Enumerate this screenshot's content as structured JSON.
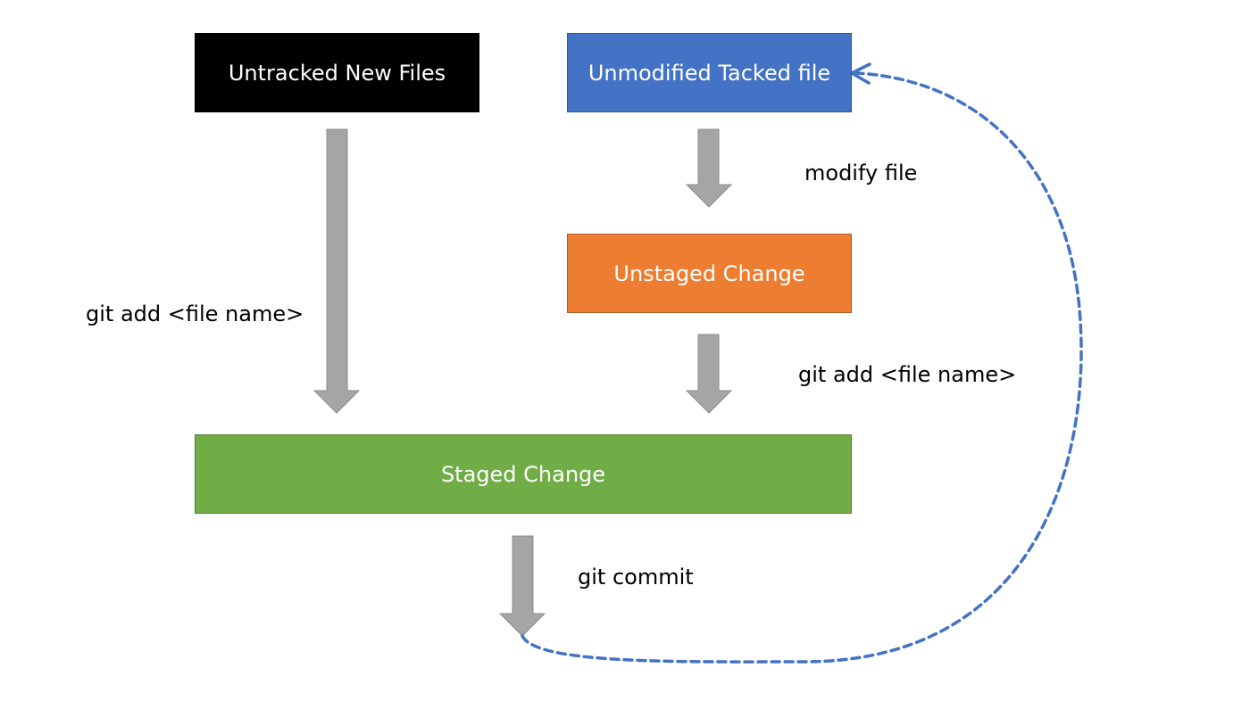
{
  "nodes": {
    "untracked": {
      "label": "Untracked New Files",
      "color": "#000000"
    },
    "unmodified": {
      "label": "Unmodified Tacked file",
      "color": "#4472C4"
    },
    "unstaged": {
      "label": "Unstaged Change",
      "color": "#ED7D31"
    },
    "staged": {
      "label": "Staged Change",
      "color": "#70AD47"
    }
  },
  "edges": {
    "untracked_to_staged": {
      "label": "git add <file name>"
    },
    "unmodified_to_unstaged": {
      "label": "modify file"
    },
    "unstaged_to_staged": {
      "label": "git add <file name>"
    },
    "staged_commit": {
      "label": "git commit"
    }
  },
  "colors": {
    "arrow_fill": "#A5A5A5",
    "arrow_stroke": "#8C8C8C",
    "commit_loop": "#4472C4"
  }
}
